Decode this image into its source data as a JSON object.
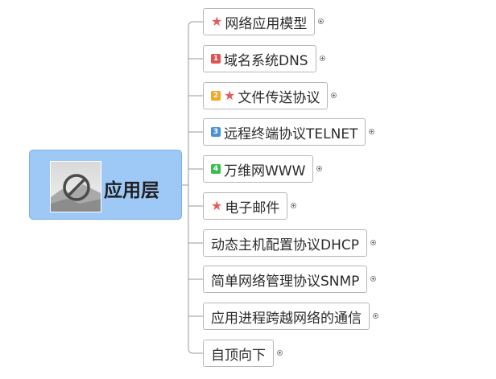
{
  "central": {
    "label": "应用层",
    "image_icon": "broken-image-icon"
  },
  "topics": [
    {
      "label": "网络应用模型",
      "markers": [
        "star"
      ]
    },
    {
      "label": "域名系统DNS",
      "markers": [
        "1"
      ]
    },
    {
      "label": "文件传送协议",
      "markers": [
        "2",
        "star"
      ]
    },
    {
      "label": "远程终端协议TELNET",
      "markers": [
        "3"
      ]
    },
    {
      "label": "万维网WWW",
      "markers": [
        "4"
      ]
    },
    {
      "label": "电子邮件",
      "markers": [
        "star"
      ]
    },
    {
      "label": "动态主机配置协议DHCP",
      "markers": []
    },
    {
      "label": "简单网络管理协议SNMP",
      "markers": []
    },
    {
      "label": "应用进程跨越网络的通信",
      "markers": []
    },
    {
      "label": "自顶向下",
      "markers": []
    }
  ],
  "colors": {
    "central_fill": "#9ec9f7",
    "priority_1": "#e05252",
    "priority_2": "#f5a623",
    "priority_3": "#4a90d9",
    "priority_4": "#3cba54",
    "star": "#e55b5b",
    "connector": "#9a9a9a"
  }
}
